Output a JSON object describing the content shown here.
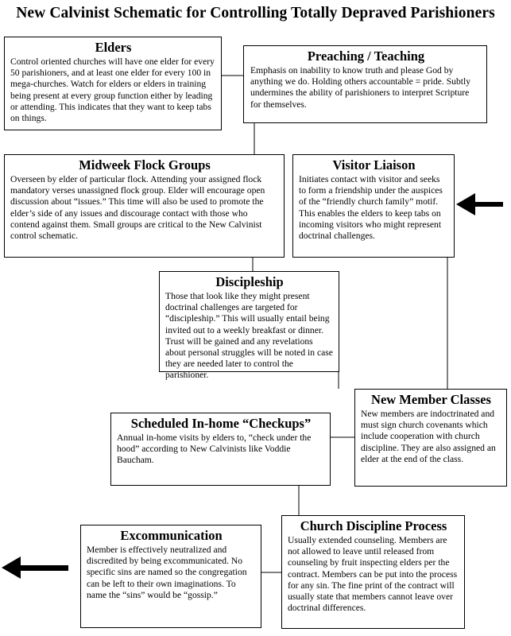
{
  "title": "New Calvinist Schematic for Controlling Totally Depraved Parishioners",
  "boxes": {
    "elders": {
      "heading": "Elders",
      "body": "Control oriented churches will have one elder for every 50 parishioners, and at least one elder for every 100 in mega-churches. Watch for elders or elders in training being present at every group function either by leading or attending. This indicates that they want to keep tabs on things."
    },
    "preaching": {
      "heading": "Preaching / Teaching",
      "body": "Emphasis on inability to know truth and please God by anything we do. Holding others accountable = pride. Subtly undermines the ability of parishioners to interpret Scripture for themselves."
    },
    "midweek": {
      "heading": "Midweek Flock Groups",
      "body": "Overseen by elder of particular flock. Attending your assigned flock mandatory verses unassigned flock group. Elder will encourage open discussion about “issues.” This time will also be used to promote the elder’s side of any issues and discourage contact with those who contend against them. Small groups are critical to the New Calvinist control schematic."
    },
    "visitor": {
      "heading": "Visitor Liaison",
      "body": "Initiates contact  with visitor and seeks to form a friendship under the auspices of the “friendly church family” motif. This enables the elders to keep tabs on incoming visitors who might represent doctrinal challenges."
    },
    "discipleship": {
      "heading": "Discipleship",
      "body": "Those that look like they might present doctrinal challenges are targeted for  “discipleship.”  This will usually entail being invited out to a weekly breakfast or dinner. Trust will be gained and any revelations about personal struggles will be noted in case they are needed later to control the parishioner."
    },
    "newmember": {
      "heading": "New Member Classes",
      "body": "New members are indoctrinated and must sign church covenants which include cooperation with church discipline. They are also assigned an elder at the end of the class."
    },
    "checkups": {
      "heading": "Scheduled In-home “Checkups”",
      "body": "Annual in-home visits by elders to, “check under the hood” according to New Calvinists like Voddie Baucham."
    },
    "excommunication": {
      "heading": "Excommunication",
      "body": "Member is effectively neutralized and discredited by being excommunicated. No specific sins are named so the congregation can be left to their own imaginations. To name the “sins” would be “gossip.”"
    },
    "discipline": {
      "heading": "Church Discipline Process",
      "body": "Usually extended counseling. Members are not allowed to leave until released from counseling by fruit inspecting elders per the contract. Members can be put into the process for any sin. The fine print of the contract will usually state that members cannot leave over doctrinal differences."
    }
  }
}
